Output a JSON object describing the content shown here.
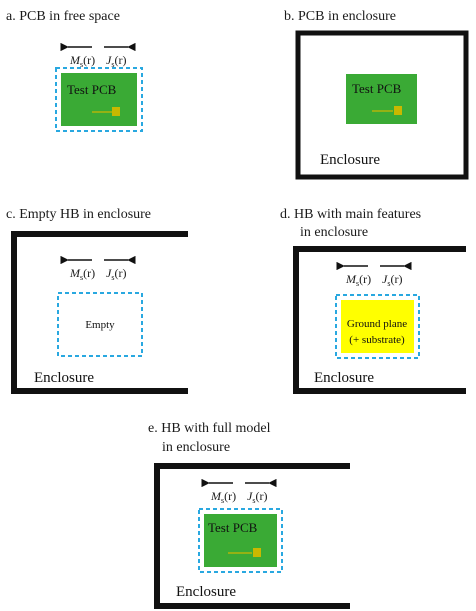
{
  "panels": {
    "a": {
      "caption": "a. PCB in free space",
      "pcb_label": "Test PCB",
      "ms_label": "M",
      "js_label": "J",
      "sub": "s",
      "arg": "(r)"
    },
    "b": {
      "caption": "b. PCB in enclosure",
      "pcb_label": "Test PCB",
      "enclosure_label": "Enclosure"
    },
    "c": {
      "caption": "c. Empty HB in enclosure",
      "ms_label": "M",
      "js_label": "J",
      "sub": "s",
      "arg": "(r)",
      "box_label": "Empty",
      "enclosure_label": "Enclosure"
    },
    "d": {
      "caption_line1": "d. HB with main features",
      "caption_line2": "in enclosure",
      "ms_label": "M",
      "js_label": "J",
      "sub": "s",
      "arg": "(r)",
      "box_line1": "Ground plane",
      "box_line2": "(+ substrate)",
      "enclosure_label": "Enclosure"
    },
    "e": {
      "caption_line1": "e. HB with full model",
      "caption_line2": "in enclosure",
      "ms_label": "M",
      "js_label": "J",
      "sub": "s",
      "arg": "(r)",
      "pcb_label": "Test PCB",
      "enclosure_label": "Enclosure"
    }
  },
  "colors": {
    "pcb_green": "#3aaa35",
    "dashed_blue": "#29a8e0",
    "enclosure_black": "#111111",
    "feed_yellow": "#c9b800",
    "ground_yellow": "#ffff00"
  }
}
